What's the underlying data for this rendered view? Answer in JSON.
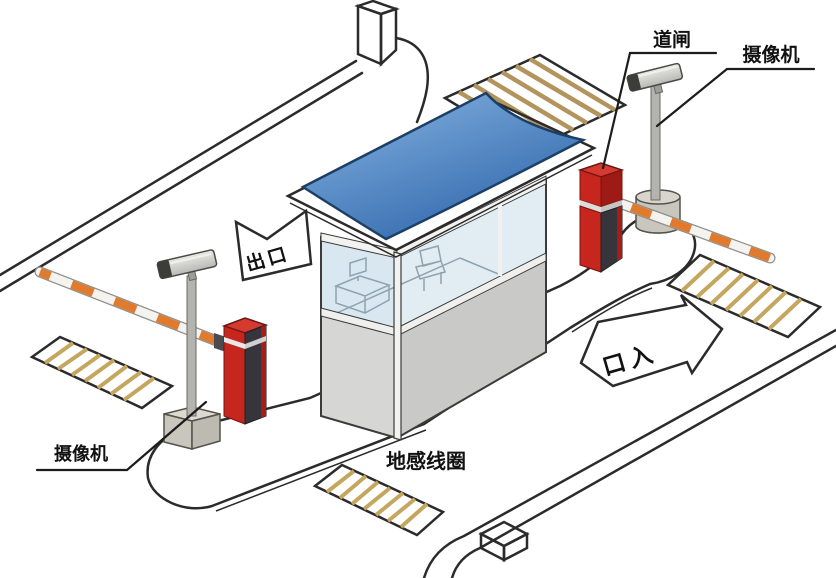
{
  "figure": {
    "labels": {
      "barrier_gate": "道闸",
      "camera_right": "摄像机",
      "camera_left": "摄像机",
      "exit": "出口",
      "entrance": "口入",
      "ground_coil": "地感线圈"
    },
    "colors": {
      "roof_blue_light": "#8ab6e3",
      "roof_blue_dark": "#2e66ab",
      "coil_yellow": "#f2da92",
      "coil_stripe": "#c5a65e",
      "coil_tan": "#d9bd8c",
      "coil_tan_stripe": "#b2945c",
      "barrier_red": "#c6261e",
      "barrier_red_top": "#d43a30",
      "barrier_dark": "#35353b",
      "arm_orange": "#df7a2e",
      "arrow_gray": "#e3e3e1"
    }
  }
}
